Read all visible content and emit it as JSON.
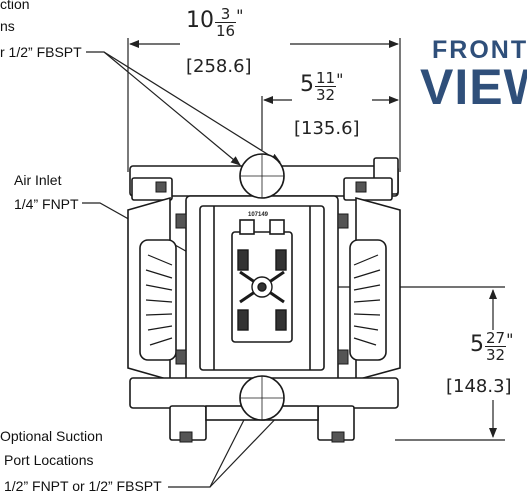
{
  "title": {
    "line1": "FRONT",
    "line2": "VIEW"
  },
  "callouts": {
    "top_suction": [
      "ction",
      "ns",
      "r 1/2” FBSPT"
    ],
    "air_inlet": [
      "Air Inlet",
      "1/4” FNPT"
    ],
    "bottom_suction": [
      "Optional Suction",
      "Port Locations",
      "1/2” FNPT or 1/2” FBSPT"
    ]
  },
  "dimensions": {
    "overall_width": {
      "whole": "10",
      "num": "3",
      "den": "16",
      "unit": "\"",
      "metric": "[258.6]"
    },
    "half_width": {
      "whole": "5",
      "num": "11",
      "den": "32",
      "unit": "\"",
      "metric": "[135.6]"
    },
    "center_height": {
      "whole": "5",
      "num": "27",
      "den": "32",
      "unit": "\"",
      "metric": "[148.3]"
    }
  },
  "stamp_text": "107149"
}
